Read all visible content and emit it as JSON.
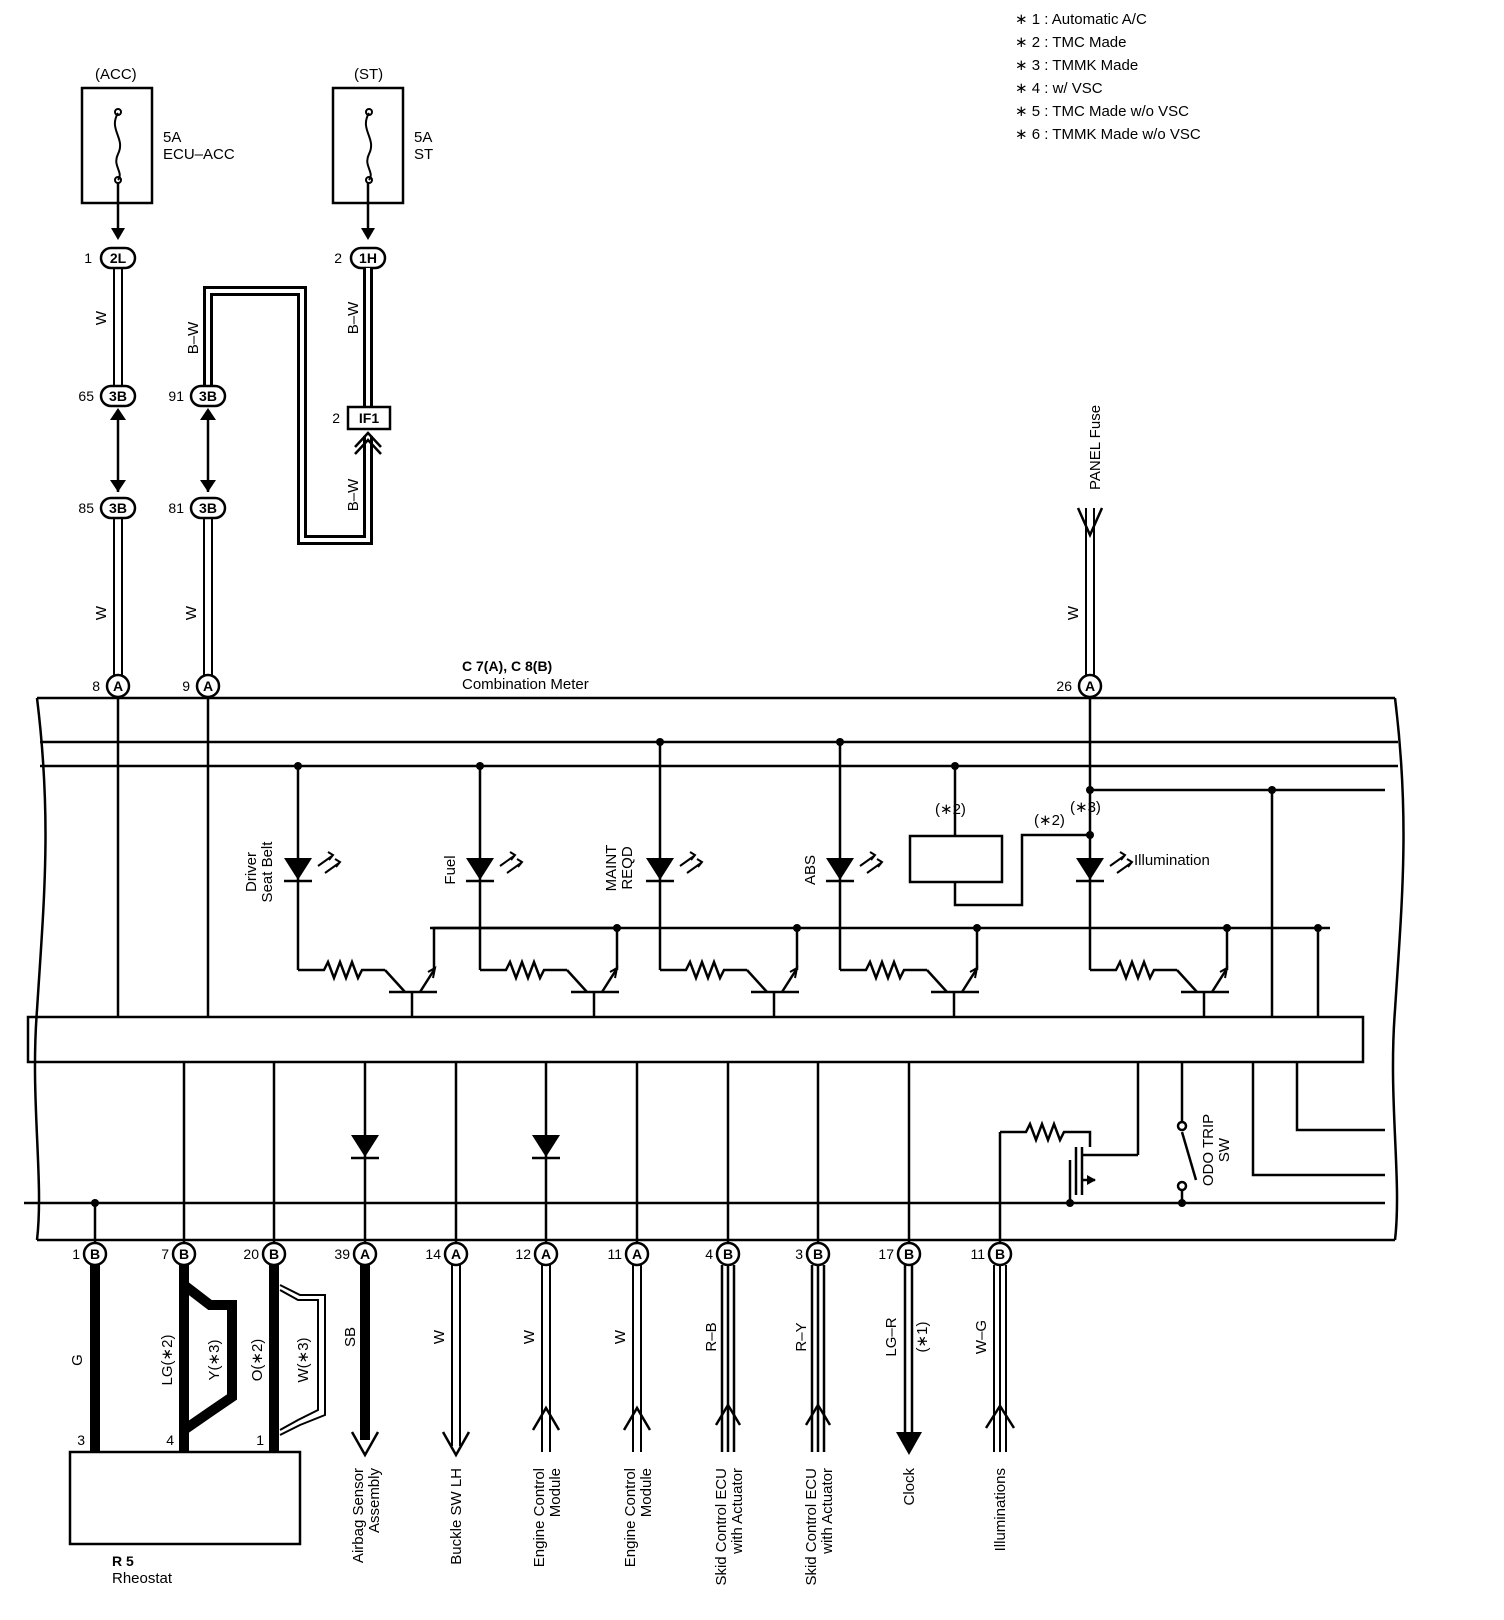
{
  "legend": [
    "∗ 1 : Automatic A/C",
    "∗ 2 : TMC Made",
    "∗ 3 : TMMK Made",
    "∗ 4 : w/ VSC",
    "∗ 5 : TMC Made w/o VSC",
    "∗ 6 : TMMK Made w/o VSC"
  ],
  "fuses": {
    "acc": {
      "header": "(ACC)",
      "rating": "5A",
      "name": "ECU–ACC"
    },
    "st": {
      "header": "(ST)",
      "rating": "5A",
      "name": "ST"
    }
  },
  "connectors": {
    "c2L": {
      "pin": "1",
      "code": "2L"
    },
    "c1H": {
      "pin": "2",
      "code": "1H"
    },
    "c3B65": {
      "pin": "65",
      "code": "3B"
    },
    "c3B91": {
      "pin": "91",
      "code": "3B"
    },
    "c3B85": {
      "pin": "85",
      "code": "3B"
    },
    "c3B81": {
      "pin": "81",
      "code": "3B"
    },
    "cIF1": {
      "pin": "2",
      "code": "IF1"
    }
  },
  "wires": {
    "w_acc_top": "W",
    "w_bw_left": "B–W",
    "w_bw_st": "B–W",
    "w_bw_low": "B–W",
    "w_acc_low": "W",
    "w_81_low": "W",
    "w_panel": "W"
  },
  "panel_fuse": "PANEL Fuse",
  "meter": {
    "title": "C 7(A), C 8(B)",
    "name": "Combination Meter",
    "top_pins": [
      {
        "num": "8",
        "letter": "A"
      },
      {
        "num": "9",
        "letter": "A"
      },
      {
        "num": "26",
        "letter": "A"
      }
    ],
    "indicators": [
      "Driver\nSeat Belt",
      "Fuel",
      "MAINT\nREQD",
      "ABS"
    ],
    "illumination": "Illumination",
    "note_relay": "(∗2)",
    "note_2": "(∗2)",
    "note_3": "(∗3)",
    "odo_switch": "ODO TRIP\nSW"
  },
  "bottom_pins": [
    {
      "num": "1",
      "letter": "B"
    },
    {
      "num": "7",
      "letter": "B"
    },
    {
      "num": "20",
      "letter": "B"
    },
    {
      "num": "39",
      "letter": "A"
    },
    {
      "num": "14",
      "letter": "A"
    },
    {
      "num": "12",
      "letter": "A"
    },
    {
      "num": "11",
      "letter": "A"
    },
    {
      "num": "4",
      "letter": "B"
    },
    {
      "num": "3",
      "letter": "B"
    },
    {
      "num": "17",
      "letter": "B"
    },
    {
      "num": "11",
      "letter": "B"
    }
  ],
  "bottom_wires": {
    "g": "G",
    "lg": "LG(∗2)",
    "y": "Y(∗3)",
    "o": "O(∗2)",
    "w3": "W(∗3)",
    "sb": "SB",
    "w14": "W",
    "w12": "W",
    "w11": "W",
    "rb": "R–B",
    "ry": "R–Y",
    "lgr": "LG–R",
    "lgr_note": "(∗1)",
    "wg": "W–G"
  },
  "rheostat": {
    "pins": [
      "3",
      "4",
      "1"
    ],
    "code": "R 5",
    "name": "Rheostat"
  },
  "destinations": [
    "Airbag Sensor\nAssembly",
    "Buckle SW LH",
    "Engine Control\nModule",
    "Engine Control\nModule",
    "Skid Control ECU\nwith Actuator",
    "Skid Control ECU\nwith Actuator",
    "Clock",
    "Illuminations"
  ]
}
